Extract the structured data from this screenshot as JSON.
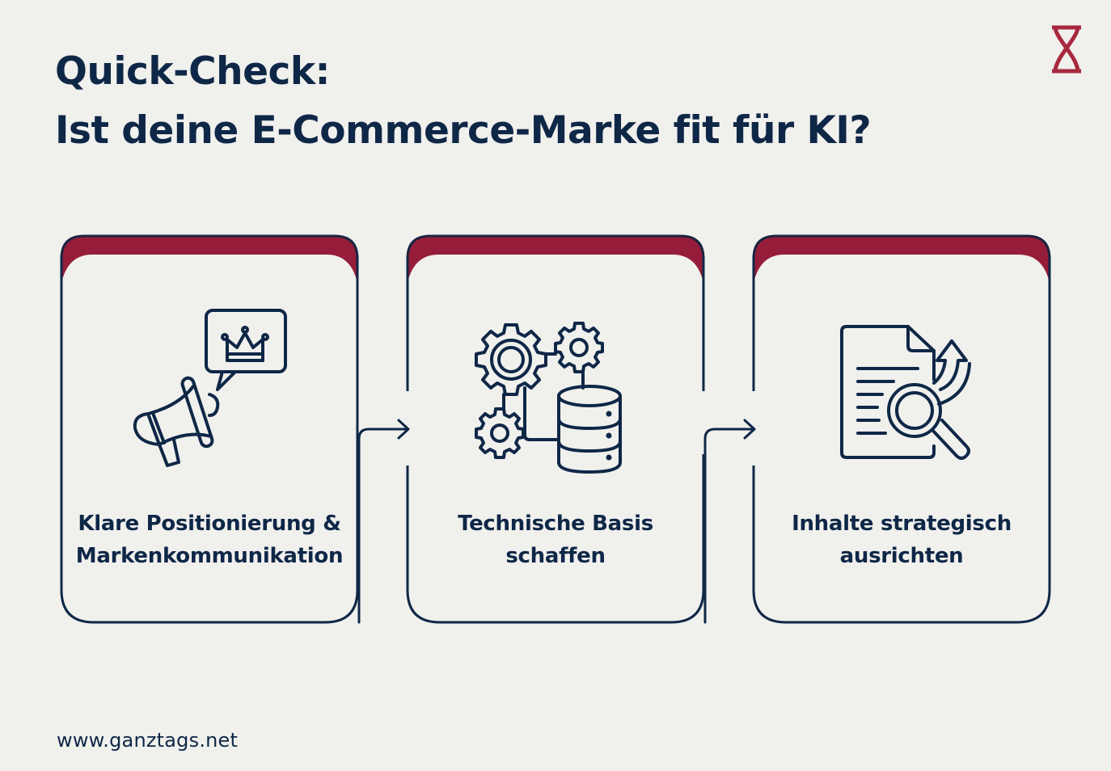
{
  "header": {
    "title_line1": "Quick-Check:",
    "title_line2": "Ist deine E-Commerce-Marke fit für KI?"
  },
  "logo": {
    "icon": "hourglass-icon",
    "color": "#a8283e"
  },
  "colors": {
    "background": "#f0f0ed",
    "navy": "#0f2747",
    "accent_red": "#961d39"
  },
  "steps": [
    {
      "icon": "megaphone-crown-icon",
      "label_line1": "Klare Positionierung &",
      "label_line2": "Markenkommunikation"
    },
    {
      "icon": "gears-database-icon",
      "label_line1": "Technische Basis",
      "label_line2": "schaffen"
    },
    {
      "icon": "document-search-growth-icon",
      "label_line1": "Inhalte strategisch",
      "label_line2": "ausrichten"
    }
  ],
  "connectors": [
    {
      "icon": "arrow-right-icon",
      "from": 1,
      "to": 2
    },
    {
      "icon": "arrow-right-icon",
      "from": 2,
      "to": 3
    }
  ],
  "footer": {
    "url": "www.ganztags.net"
  }
}
